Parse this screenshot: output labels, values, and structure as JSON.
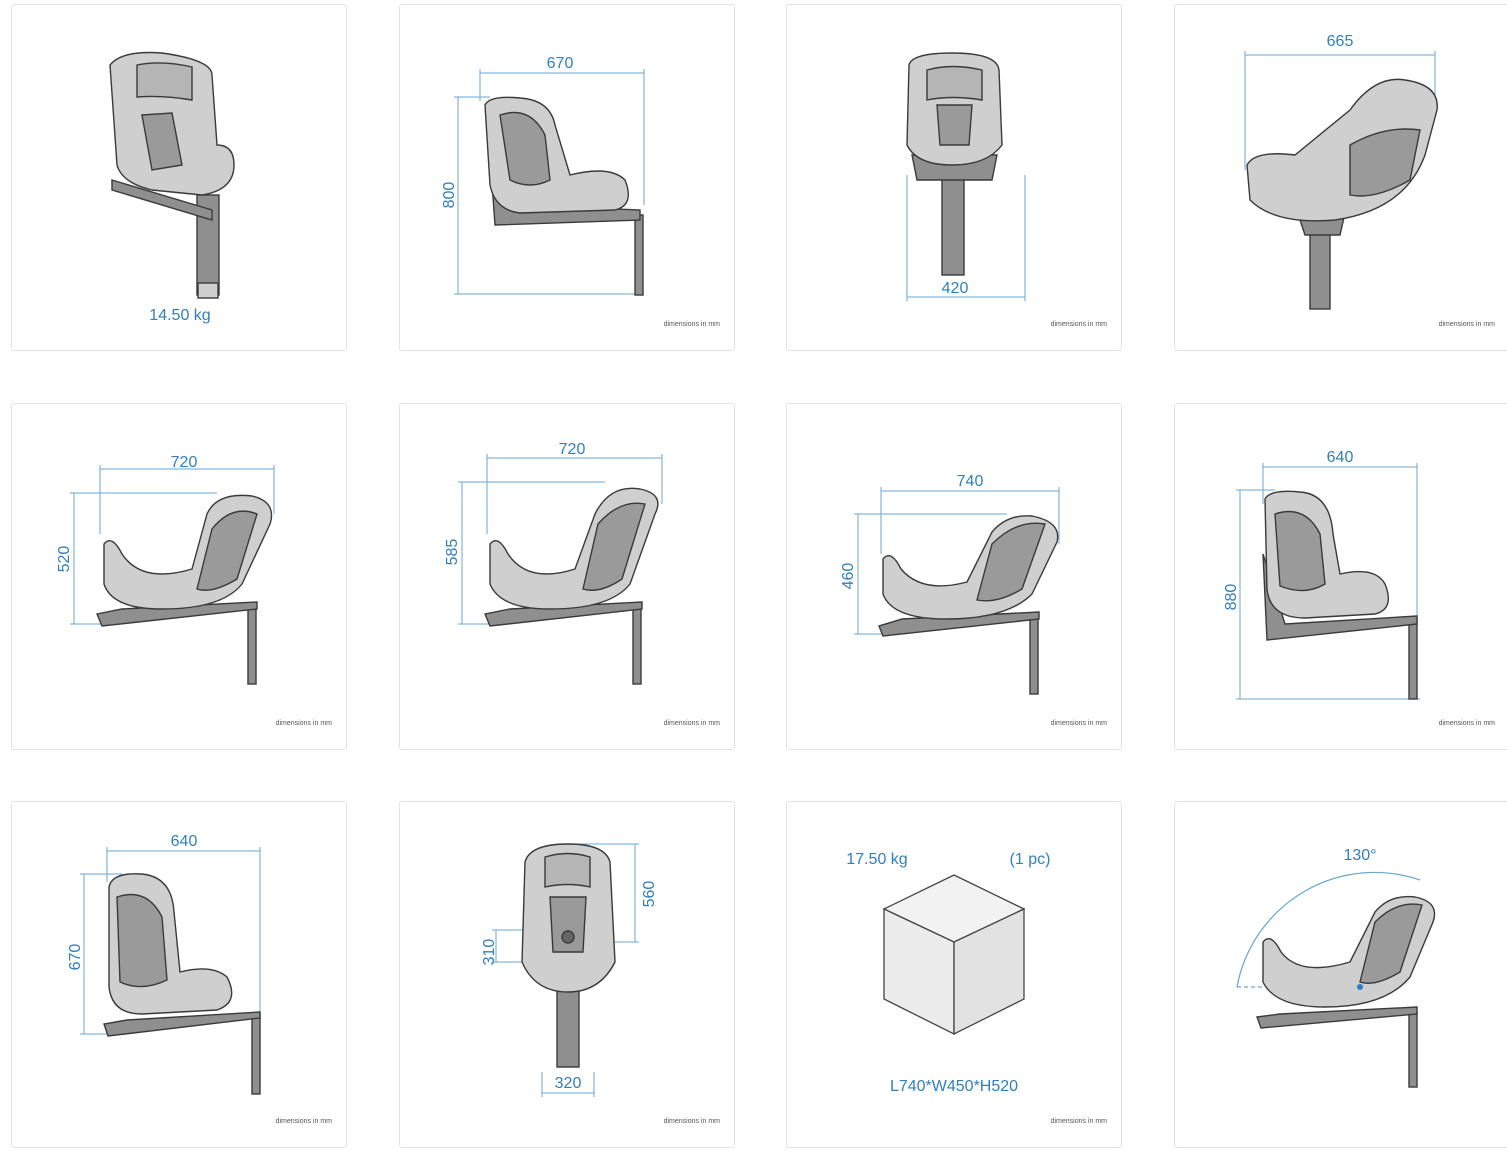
{
  "note_text": "dimensions in mm",
  "colors": {
    "dimension": "#2f7fc0",
    "seat_dark": "#9a9a9a",
    "seat_light": "#cfcfcf",
    "card_border": "#e3e3e3"
  },
  "cards": [
    {
      "id": "front-3q",
      "labels": {
        "weight": "14.50 kg"
      }
    },
    {
      "id": "side-rear-facing",
      "labels": {
        "width": "670",
        "height": "800"
      }
    },
    {
      "id": "front-view",
      "labels": {
        "width": "420"
      }
    },
    {
      "id": "rear-3q",
      "labels": {
        "width": "665"
      }
    },
    {
      "id": "side-recline-1",
      "labels": {
        "width": "720",
        "height": "520"
      }
    },
    {
      "id": "side-recline-2",
      "labels": {
        "width": "720",
        "height": "585"
      }
    },
    {
      "id": "side-recline-3",
      "labels": {
        "width": "740",
        "height": "460"
      }
    },
    {
      "id": "side-upright",
      "labels": {
        "width": "640",
        "height": "880"
      }
    },
    {
      "id": "side-upright-2",
      "labels": {
        "width": "640",
        "height": "670"
      }
    },
    {
      "id": "front-harness",
      "labels": {
        "height_top": "560",
        "height_side": "310",
        "width": "320"
      }
    },
    {
      "id": "package",
      "labels": {
        "weight": "17.50 kg",
        "qty": "(1 pc)",
        "size": "L740*W450*H520"
      }
    },
    {
      "id": "recline-angle",
      "labels": {
        "angle": "130°"
      }
    }
  ]
}
